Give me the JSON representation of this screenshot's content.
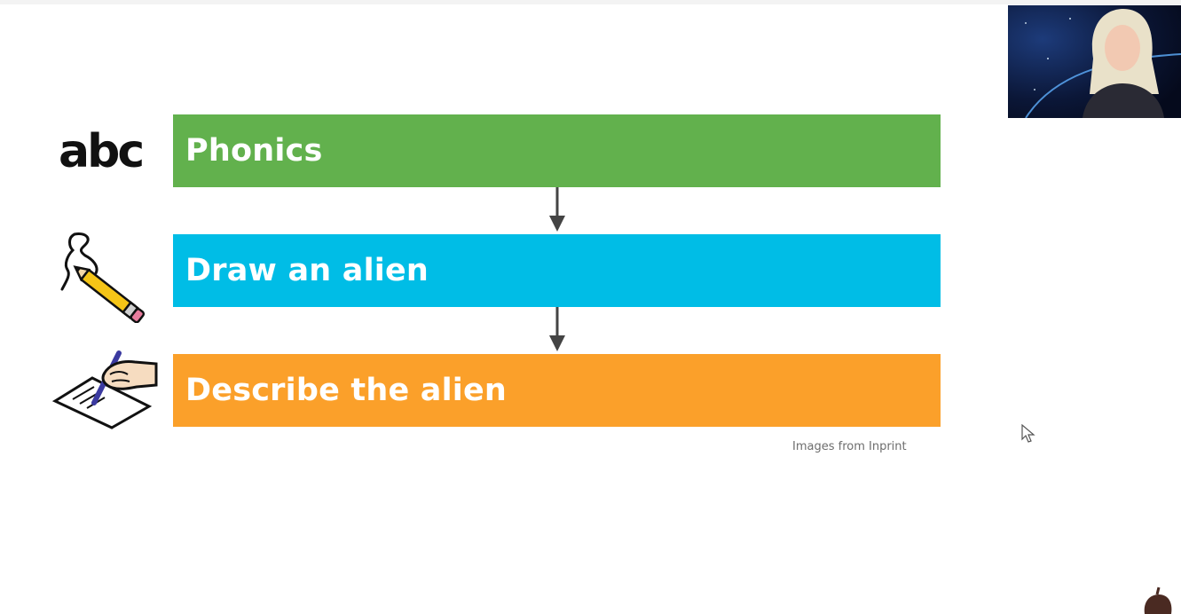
{
  "slide": {
    "steps": [
      {
        "label": "Phonics",
        "color": "#62b14d",
        "symbol": "abc-text-icon"
      },
      {
        "label": "Draw an alien",
        "color": "#00bde6",
        "symbol": "pencil-drawing-icon"
      },
      {
        "label": "Describe the alien",
        "color": "#fba02a",
        "symbol": "hand-writing-icon"
      }
    ],
    "abc_symbol_text": "abc",
    "credit": "Images from Inprint"
  },
  "presenter_video": {
    "description": "webcam-thumbnail"
  },
  "colors": {
    "arrow": "#444444",
    "background": "#ffffff"
  }
}
